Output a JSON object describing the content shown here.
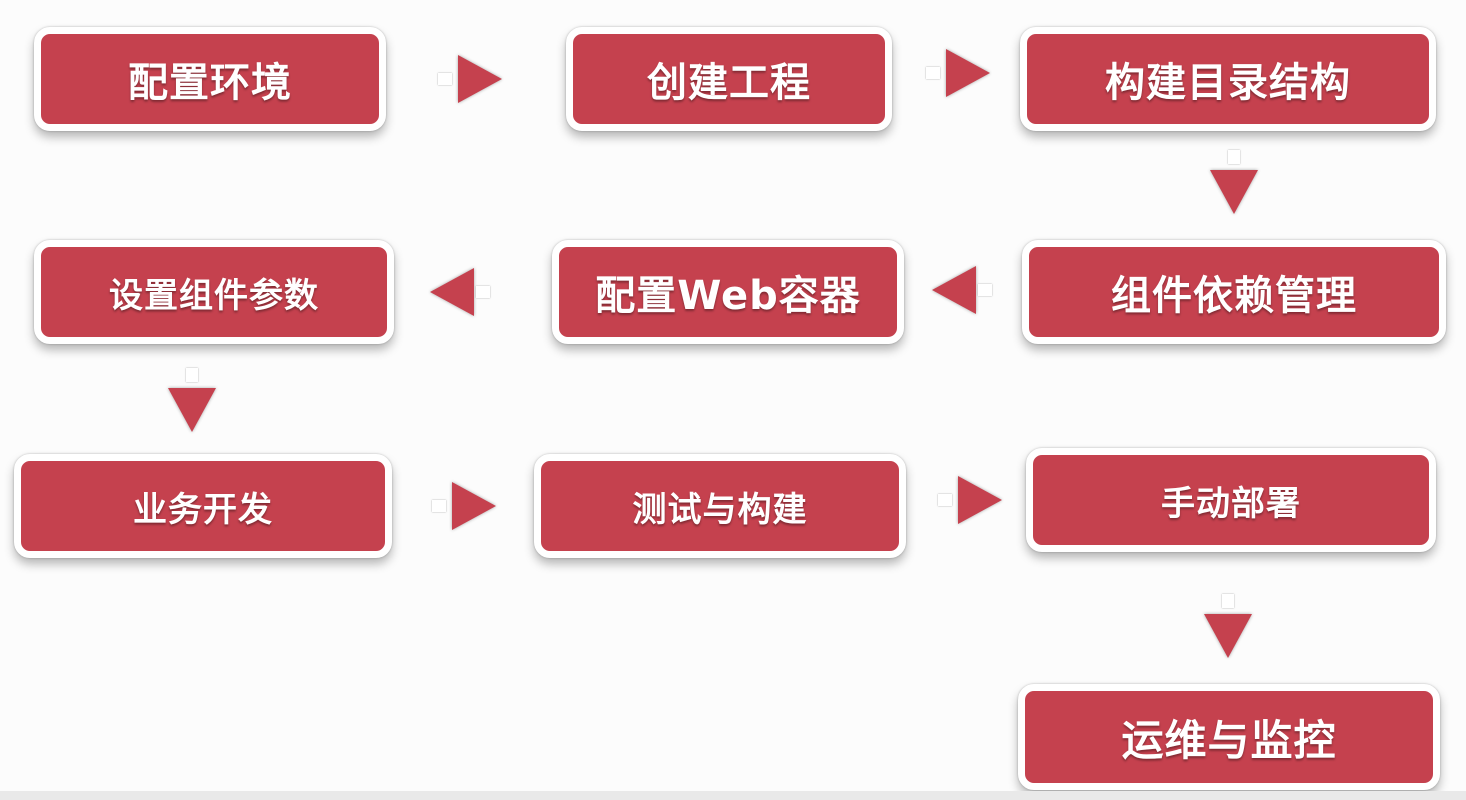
{
  "diagram": {
    "steps": [
      {
        "id": "s1",
        "label": "配置环境"
      },
      {
        "id": "s2",
        "label": "创建工程"
      },
      {
        "id": "s3",
        "label": "构建目录结构"
      },
      {
        "id": "s4",
        "label": "组件依赖管理"
      },
      {
        "id": "s5",
        "label": "配置Web容器"
      },
      {
        "id": "s6",
        "label": "设置组件参数"
      },
      {
        "id": "s7",
        "label": "业务开发"
      },
      {
        "id": "s8",
        "label": "测试与构建"
      },
      {
        "id": "s9",
        "label": "手动部署"
      },
      {
        "id": "s10",
        "label": "运维与监控"
      }
    ],
    "edges": [
      {
        "from": "s1",
        "to": "s2"
      },
      {
        "from": "s2",
        "to": "s3"
      },
      {
        "from": "s3",
        "to": "s4"
      },
      {
        "from": "s4",
        "to": "s5"
      },
      {
        "from": "s5",
        "to": "s6"
      },
      {
        "from": "s6",
        "to": "s7"
      },
      {
        "from": "s7",
        "to": "s8"
      },
      {
        "from": "s8",
        "to": "s9"
      },
      {
        "from": "s9",
        "to": "s10"
      }
    ],
    "colors": {
      "box_fill": "#c5414e",
      "box_border": "#ffffff",
      "text": "#ffffff",
      "arrow": "#c5414e"
    }
  }
}
